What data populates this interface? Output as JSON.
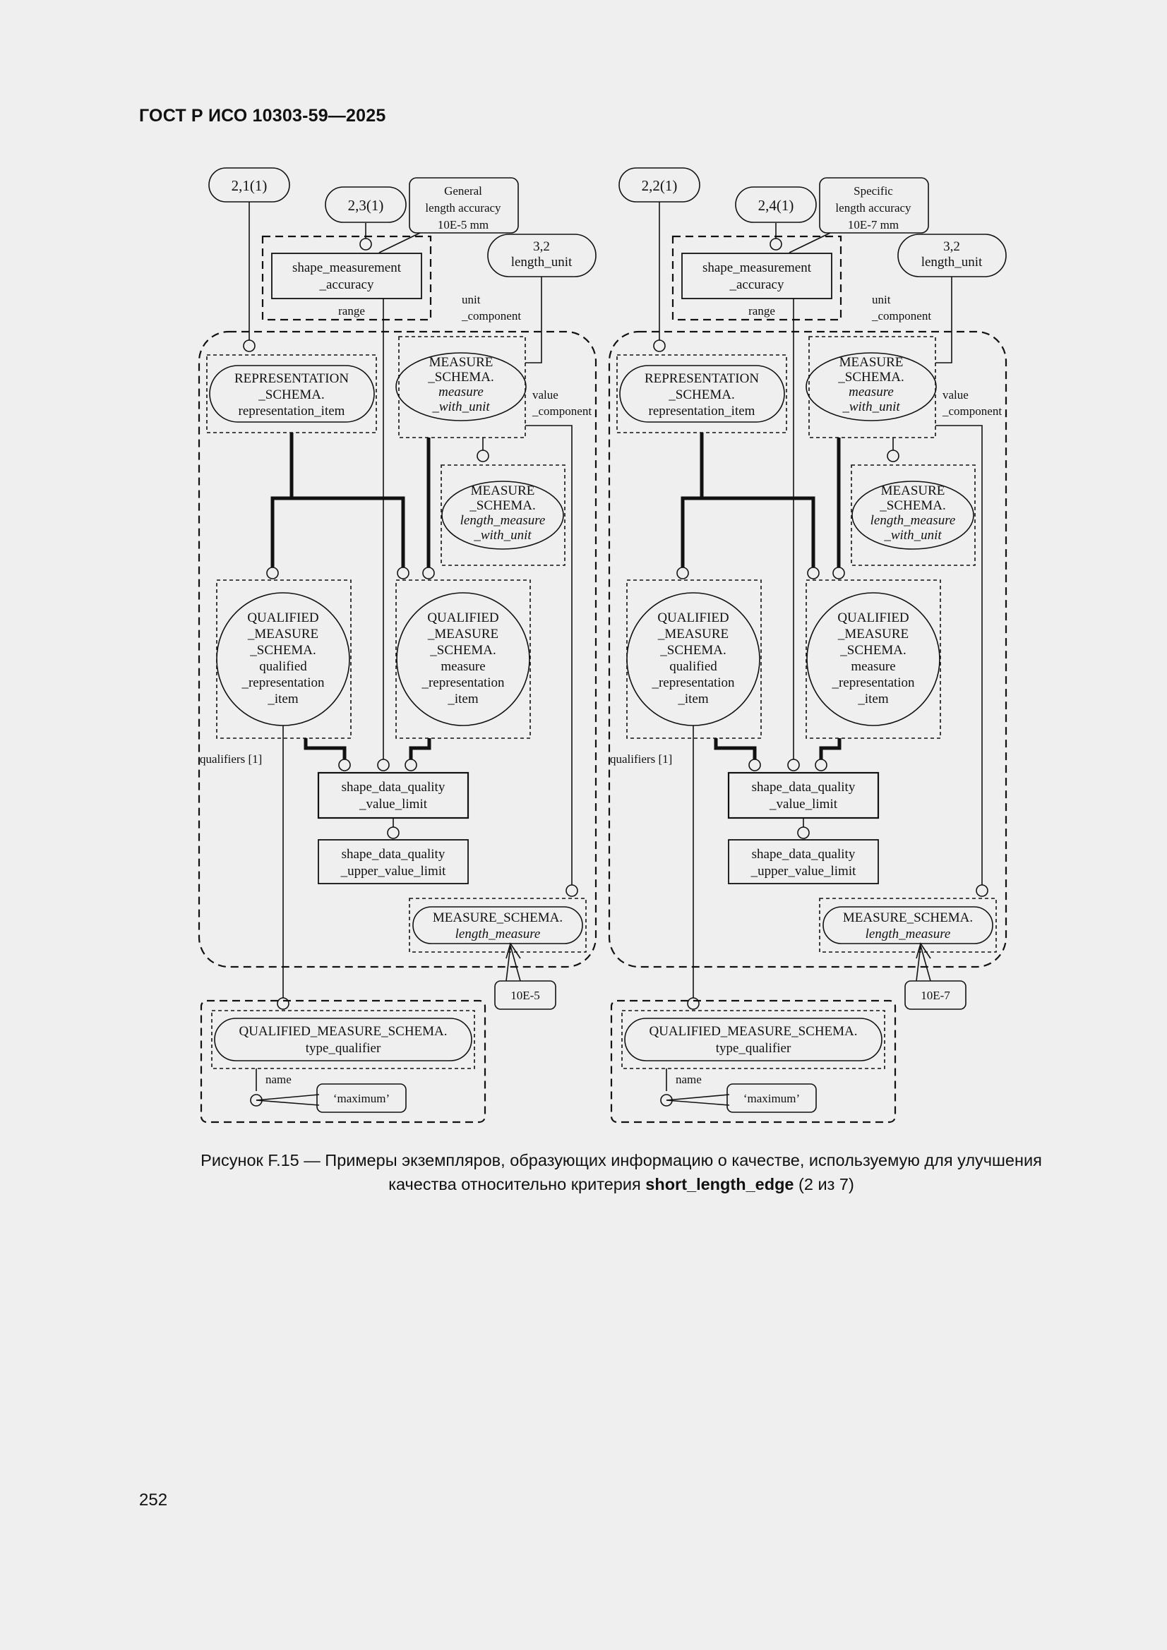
{
  "document": {
    "header": "ГОСТ Р ИСО 10303-59—2025",
    "page_number": "252"
  },
  "caption": {
    "line1": "Рисунок F.15 — Примеры экземпляров, образующих информацию о качестве, используемую для улучшения",
    "line2_prefix": "качества относительно критерия ",
    "line2_bold": "short_length_edge",
    "line2_suffix": " (2 из 7)"
  },
  "diagrams": [
    {
      "page_ref_main": "2,1(1)",
      "page_ref_accuracy": "2,3(1)",
      "note": [
        "General",
        "length accuracy",
        "10E-5 mm"
      ],
      "length_unit_ref": [
        "3,2",
        "length_unit"
      ],
      "accuracy_entity": [
        "shape_measurement",
        "_accuracy"
      ],
      "label_range": "range",
      "label_unit_component": [
        "unit",
        "_component"
      ],
      "label_value_component": [
        "value",
        "_component"
      ],
      "representation_item": [
        "REPRESENTATION",
        "_SCHEMA.",
        "representation_item"
      ],
      "measure_with_unit": [
        "MEASURE",
        "_SCHEMA.",
        "measure",
        "_with_unit"
      ],
      "length_measure_with_unit": [
        "MEASURE",
        "_SCHEMA.",
        "length_measure",
        "_with_unit"
      ],
      "qualified_rep_item": [
        "QUALIFIED",
        "_MEASURE",
        "_SCHEMA.",
        "qualified",
        "_representation",
        "_item"
      ],
      "measure_rep_item": [
        "QUALIFIED",
        "_MEASURE",
        "_SCHEMA.",
        "measure",
        "_representation",
        "_item"
      ],
      "label_qualifiers": "qualifiers [1]",
      "value_limit": [
        "shape_data_quality",
        "_value_limit"
      ],
      "upper_value_limit": [
        "shape_data_quality",
        "_upper_value_limit"
      ],
      "length_measure": [
        "MEASURE_SCHEMA.",
        "length_measure"
      ],
      "value_note": "10E-5",
      "type_qualifier": [
        "QUALIFIED_MEASURE_SCHEMA.",
        "type_qualifier"
      ],
      "label_name": "name",
      "name_value": "‘maximum’"
    },
    {
      "page_ref_main": "2,2(1)",
      "page_ref_accuracy": "2,4(1)",
      "note": [
        "Specific",
        "length accuracy",
        "10E-7 mm"
      ],
      "length_unit_ref": [
        "3,2",
        "length_unit"
      ],
      "accuracy_entity": [
        "shape_measurement",
        "_accuracy"
      ],
      "label_range": "range",
      "label_unit_component": [
        "unit",
        "_component"
      ],
      "label_value_component": [
        "value",
        "_component"
      ],
      "representation_item": [
        "REPRESENTATION",
        "_SCHEMA.",
        "representation_item"
      ],
      "measure_with_unit": [
        "MEASURE",
        "_SCHEMA.",
        "measure",
        "_with_unit"
      ],
      "length_measure_with_unit": [
        "MEASURE",
        "_SCHEMA.",
        "length_measure",
        "_with_unit"
      ],
      "qualified_rep_item": [
        "QUALIFIED",
        "_MEASURE",
        "_SCHEMA.",
        "qualified",
        "_representation",
        "_item"
      ],
      "measure_rep_item": [
        "QUALIFIED",
        "_MEASURE",
        "_SCHEMA.",
        "measure",
        "_representation",
        "_item"
      ],
      "label_qualifiers": "qualifiers [1]",
      "value_limit": [
        "shape_data_quality",
        "_value_limit"
      ],
      "upper_value_limit": [
        "shape_data_quality",
        "_upper_value_limit"
      ],
      "length_measure": [
        "MEASURE_SCHEMA.",
        "length_measure"
      ],
      "value_note": "10E-7",
      "type_qualifier": [
        "QUALIFIED_MEASURE_SCHEMA.",
        "type_qualifier"
      ],
      "label_name": "name",
      "name_value": "‘maximum’"
    }
  ]
}
